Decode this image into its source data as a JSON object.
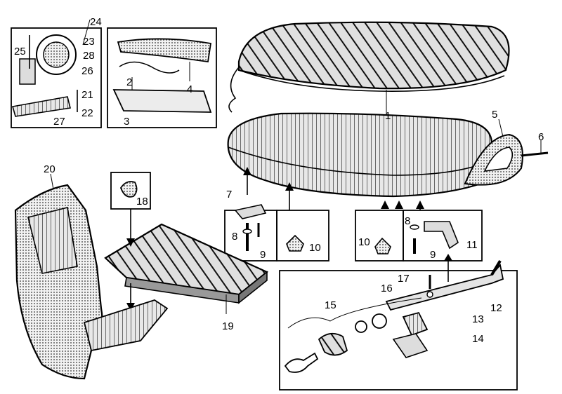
{
  "labels": {
    "p1": "1",
    "p2": "2",
    "p3": "3",
    "p4": "4",
    "p5": "5",
    "p6": "6",
    "p7": "7",
    "p8a": "8",
    "p8b": "8",
    "p9a": "9",
    "p9b": "9",
    "p10a": "10",
    "p10b": "10",
    "p11": "11",
    "p12": "12",
    "p13": "13",
    "p14": "14",
    "p15": "15",
    "p16": "16",
    "p17": "17",
    "p18": "18",
    "p19": "19",
    "p20": "20",
    "p21": "21",
    "p22": "22",
    "p23": "23",
    "p24": "24",
    "p25": "25",
    "p26": "26",
    "p27": "27",
    "p28": "28"
  }
}
